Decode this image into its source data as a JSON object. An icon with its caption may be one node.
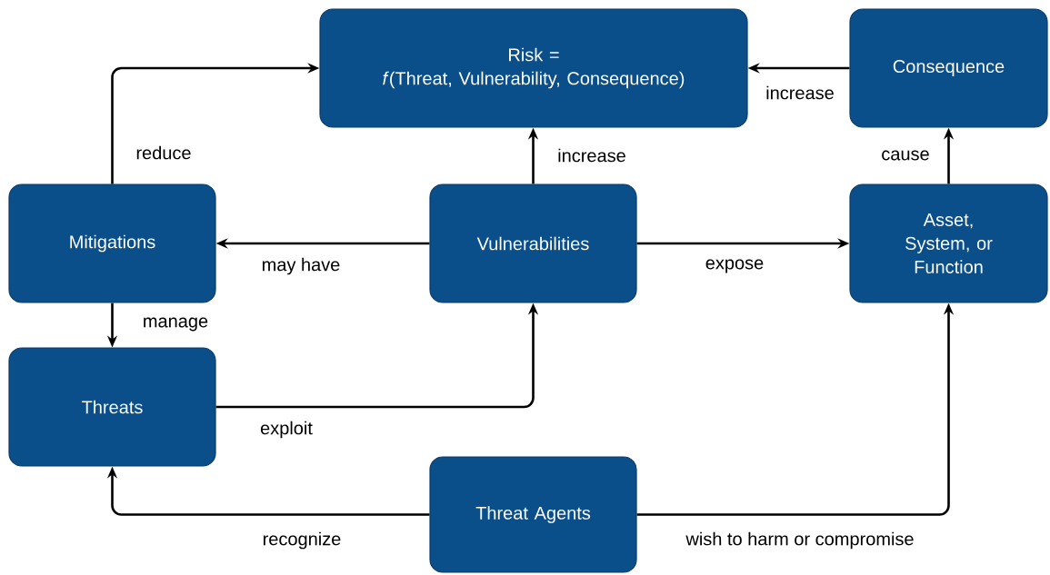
{
  "diagram": {
    "nodes": [
      {
        "text": [
          "Risk =",
          "*f*(Threat, Vulnerability, Consequence)"
        ]
      },
      {
        "text": [
          "Consequence"
        ]
      },
      {
        "text": [
          "Mitigations"
        ]
      },
      {
        "text": [
          "Vulnerabilities"
        ]
      },
      {
        "text": [
          "Asset, System, or Function"
        ]
      },
      {
        "text": [
          "Threats"
        ]
      },
      {
        "text": [
          "Threat Agents"
        ]
      }
    ],
    "edges": [
      {
        "from": 2,
        "to": 0,
        "arrow": "to",
        "label": "reduce"
      },
      {
        "from": 1,
        "to": 0,
        "arrow": "to",
        "label": "increase"
      },
      {
        "from": 3,
        "to": 0,
        "arrow": "to",
        "label": "increase"
      },
      {
        "from": 4,
        "to": 1,
        "arrow": "to",
        "label": "cause"
      },
      {
        "from": 3,
        "to": 2,
        "arrow": "to",
        "label": "may have"
      },
      {
        "from": 3,
        "to": 4,
        "arrow": "to",
        "label": "expose"
      },
      {
        "from": 2,
        "to": 5,
        "arrow": "to",
        "label": "manage"
      },
      {
        "from": 5,
        "to": 3,
        "arrow": "to",
        "label": "exploit"
      },
      {
        "from": 6,
        "to": 5,
        "arrow": "to",
        "label": "recognize"
      },
      {
        "from": 6,
        "to": 4,
        "arrow": "to",
        "label": "wish to harm or compromise"
      }
    ]
  }
}
